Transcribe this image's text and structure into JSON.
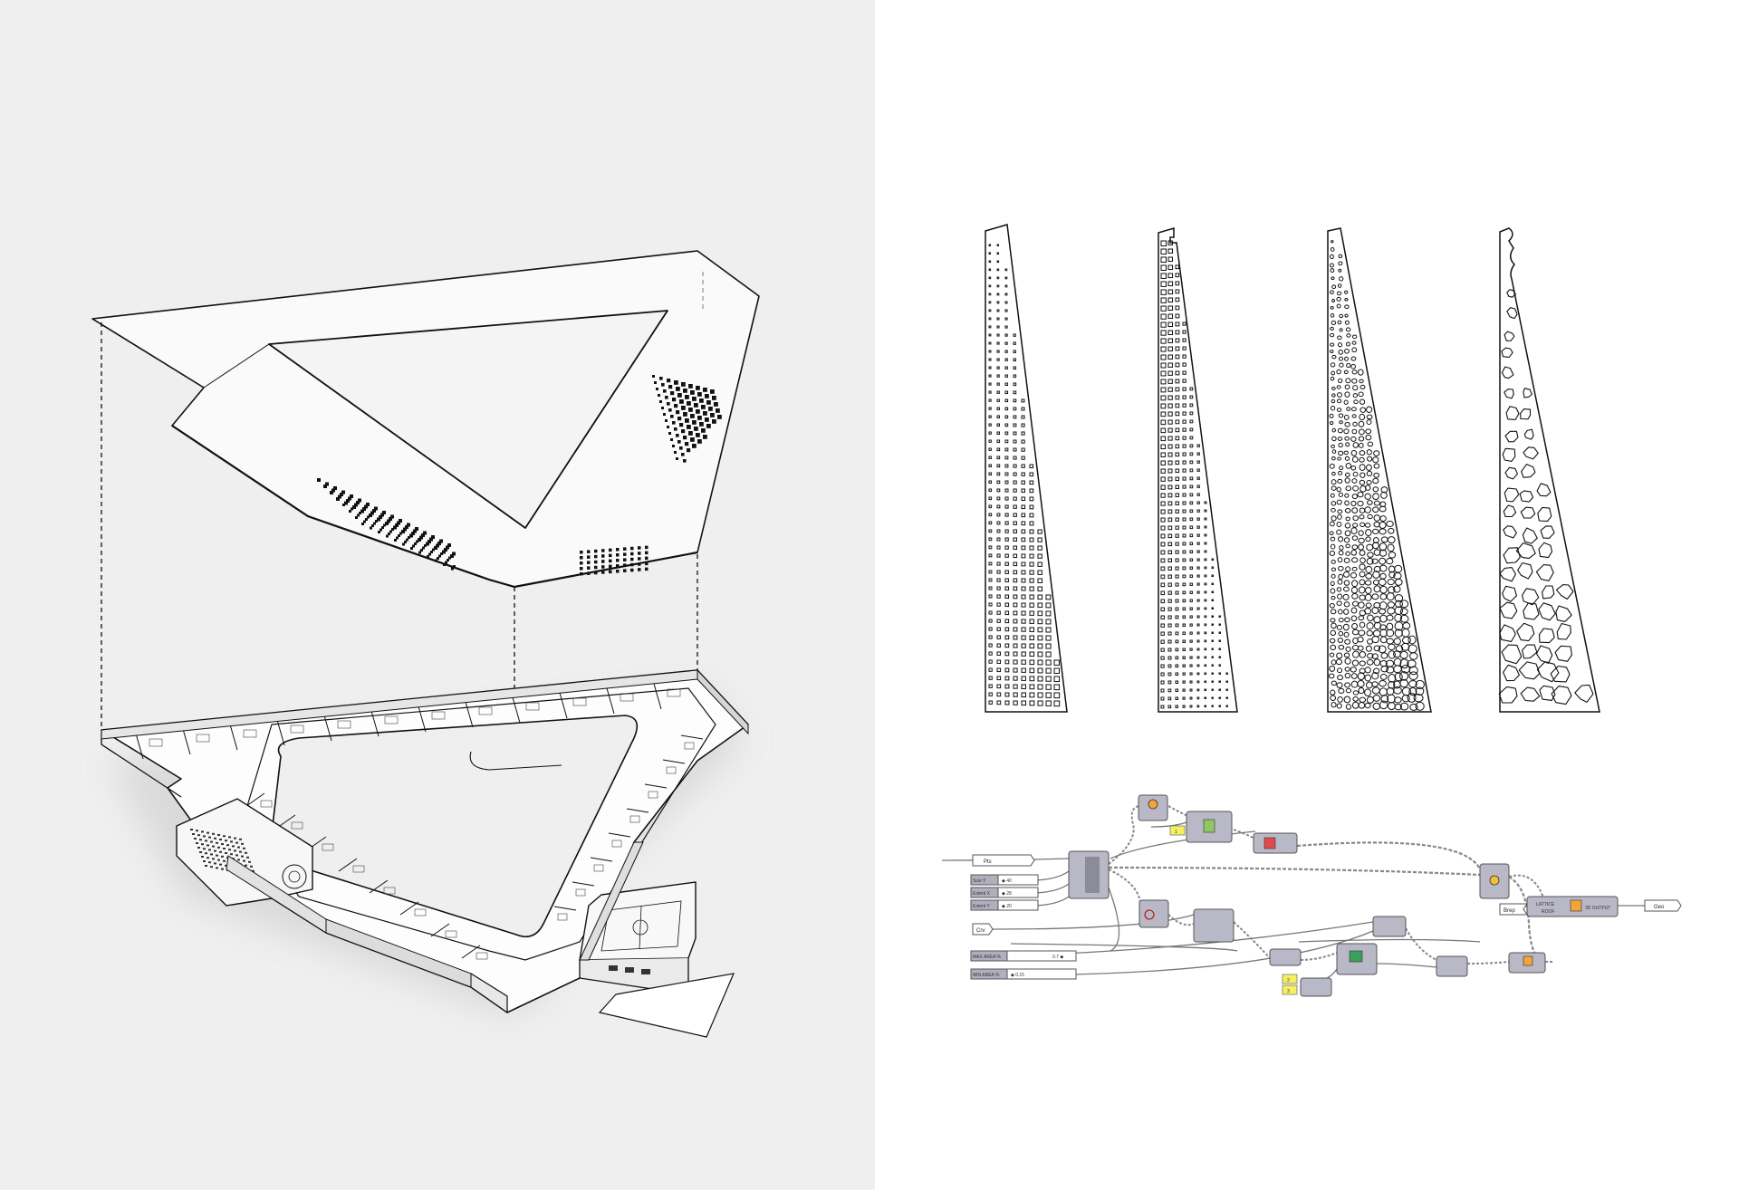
{
  "colors": {
    "left_background": "#efefef",
    "right_background": "#ffffff",
    "line": "#111111",
    "node_fill": "#b9b8c6",
    "node_dark": "#8c8b9a",
    "panel_fill": "#ffffff",
    "wire": "#8a8a8a",
    "yellow": "#f4f060",
    "orange": "#f2a33a"
  },
  "panels": {
    "left": {
      "name": "axonometric-exploded-view"
    },
    "right": {
      "name": "facade-pattern-and-grasshopper-definition"
    }
  },
  "patterns": [
    {
      "name": "square-perforation-pattern",
      "style": "squares"
    },
    {
      "name": "square-grid-pattern",
      "style": "grid"
    },
    {
      "name": "voronoi-fine-pattern",
      "style": "cells-fine"
    },
    {
      "name": "voronoi-coarse-pattern",
      "style": "cells-coarse"
    }
  ],
  "grasshopper": {
    "inputs": {
      "pts": "Pts",
      "size_y_label": "Size Y",
      "size_y_value": "◆ 40",
      "extent_x_label": "Extent X",
      "extent_x_value": "◆ 28",
      "extent_y_label": "Extent Y",
      "extent_y_value": "◆ 20",
      "crv": "Crv",
      "max_area_label": "MAX AREA %",
      "max_area_value": "0.7 ◆",
      "min_area_label": "MIN AREA %",
      "min_area_value": "◆ 0.15",
      "brep": "Brep"
    },
    "output": {
      "node_line1": "LATTICE",
      "node_line2": "ROOF",
      "node_tag": "3D OUTPUT",
      "result": "Geo"
    },
    "yellow_tag_1": "1",
    "yellow_tag_2": "2",
    "yellow_tag_3": "3"
  }
}
